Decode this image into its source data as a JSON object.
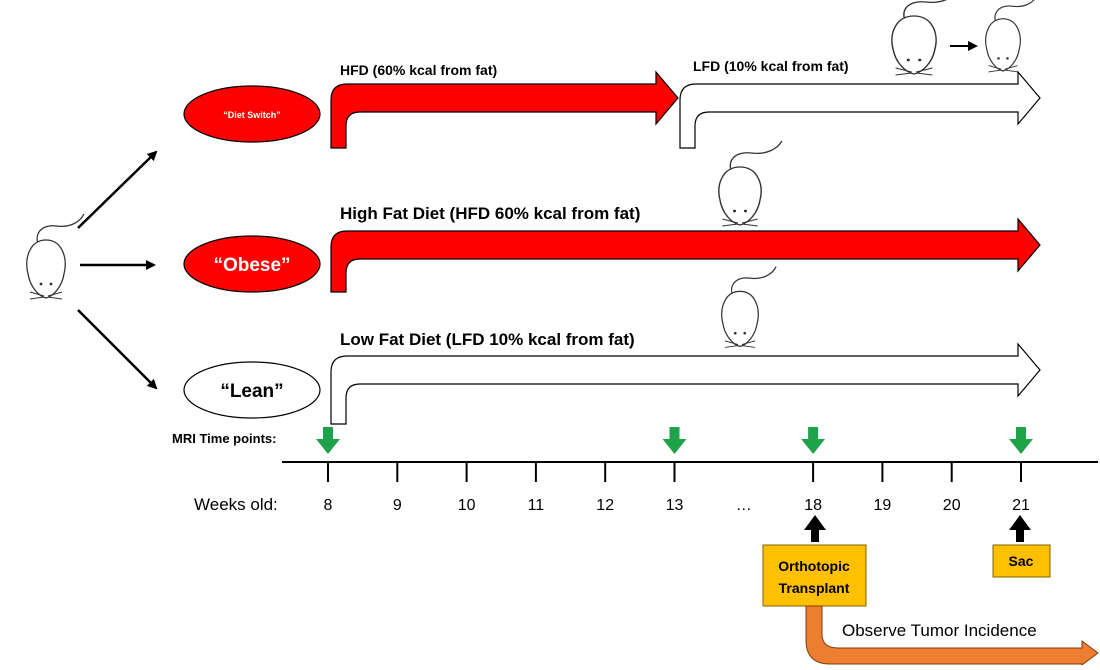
{
  "groups": {
    "diet_switch": {
      "label": "“Diet Switch”",
      "phase1": "HFD (60% kcal from fat)",
      "phase2": "LFD (10% kcal from fat)"
    },
    "obese": {
      "label": "“Obese”",
      "diet": "High Fat Diet (HFD 60% kcal from fat)"
    },
    "lean": {
      "label": "“Lean”",
      "diet": "Low Fat Diet (LFD 10% kcal from fat)"
    }
  },
  "timeline": {
    "mri_label": "MRI Time points:",
    "weeks_label": "Weeks old:",
    "ticks": [
      "8",
      "9",
      "10",
      "11",
      "12",
      "13",
      "…",
      "18",
      "19",
      "20",
      "21"
    ],
    "mri_weeks": [
      "8",
      "13",
      "18",
      "21"
    ]
  },
  "events": {
    "transplant": "Orthotopic Transplant",
    "sac": "Sac",
    "observe": "Observe Tumor Incidence"
  },
  "colors": {
    "hfd": "#ff0000",
    "lfd": "#ffffff",
    "mri_arrow": "#1ea34a",
    "event_box": "#ffc000",
    "observe_arrow": "#ed7d31"
  }
}
